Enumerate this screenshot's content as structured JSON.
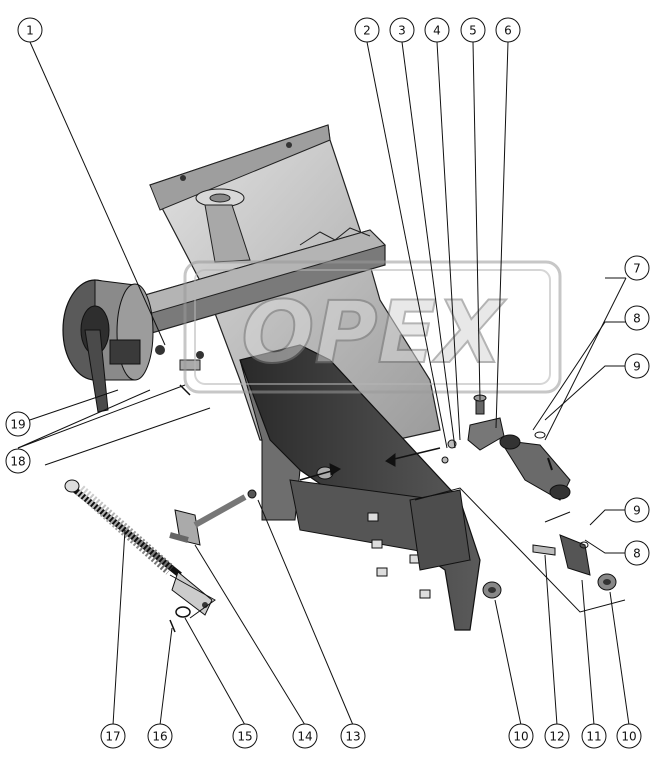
{
  "watermark": {
    "text": "OPEX",
    "color": "#cfcfcf"
  },
  "callouts": [
    "1",
    "2",
    "3",
    "4",
    "5",
    "6",
    "7",
    "8",
    "9",
    "9",
    "8",
    "10",
    "10",
    "11",
    "12",
    "13",
    "14",
    "15",
    "16",
    "17",
    "18",
    "19"
  ],
  "colors": {
    "metal_light": "#bdbdbd",
    "metal_mid": "#8c8c8c",
    "metal_dark": "#3a3a3a",
    "line": "#111111"
  }
}
